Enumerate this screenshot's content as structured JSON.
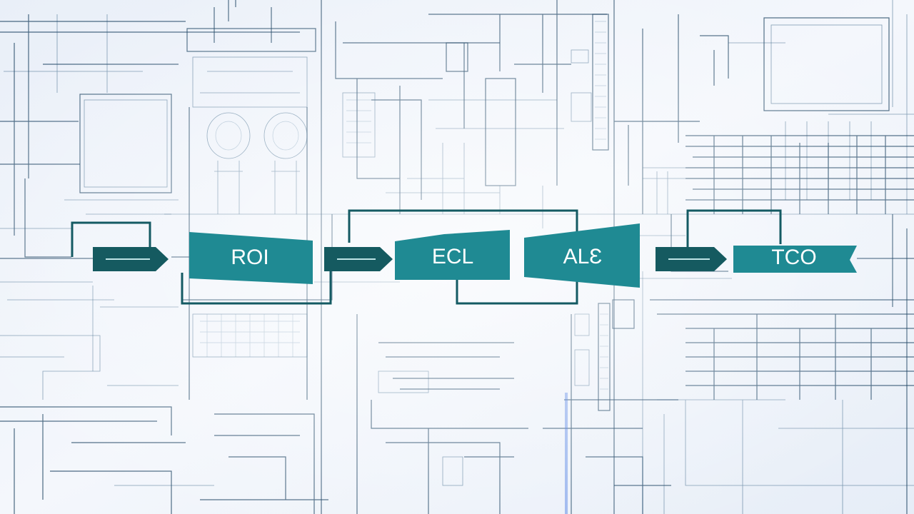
{
  "diagram": {
    "colors": {
      "background": "#eef3fa",
      "box_fill": "#1f8a93",
      "arrow_fill": "#155a60",
      "frame_stroke": "#145a63",
      "line_color": "#123a59"
    },
    "nodes": [
      {
        "id": "roi",
        "label": "ROI"
      },
      {
        "id": "ecl",
        "label": "EϹL"
      },
      {
        "id": "ale",
        "label": "ALƐ"
      },
      {
        "id": "tco",
        "label": "TCO"
      }
    ],
    "connectors": [
      {
        "from": "start",
        "to": "roi",
        "icon": "arrow-right-icon"
      },
      {
        "from": "roi",
        "to": "ecl",
        "icon": "arrow-right-icon"
      },
      {
        "from": "ale",
        "to": "tco",
        "icon": "arrow-right-icon"
      }
    ]
  }
}
